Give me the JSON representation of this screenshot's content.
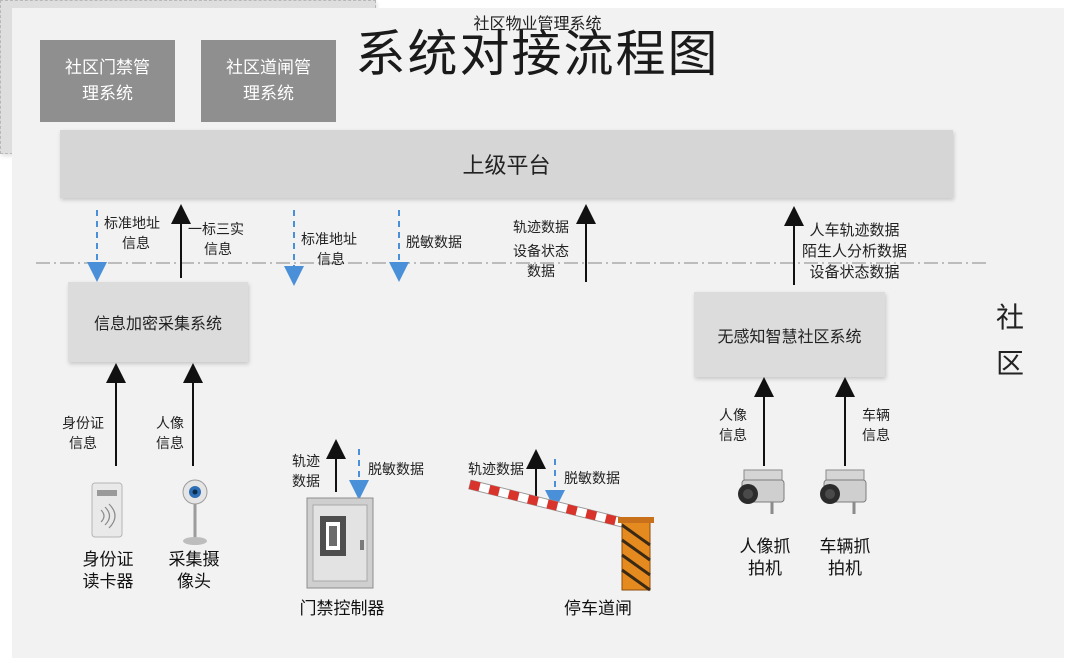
{
  "title": "系统对接流程图",
  "platform": "上级平台",
  "side_label": [
    "社",
    "区"
  ],
  "systems": {
    "encrypt": "信息加密采集系统",
    "property": "社区物业管理系统",
    "door_mgmt": [
      "社区门禁管",
      "理系统"
    ],
    "gate_mgmt": [
      "社区道闸管",
      "理系统"
    ],
    "smart": "无感知智慧社区系统"
  },
  "flow_labels": {
    "std_addr_1": [
      "标准地址",
      "信息"
    ],
    "one_std_three_real": [
      "一标三实",
      "信息"
    ],
    "std_addr_2": [
      "标准地址",
      "信息"
    ],
    "desens_1": "脱敏数据",
    "track_status": [
      "轨迹数据",
      "设备状态",
      "数据"
    ],
    "smart_up": [
      "人车轨迹数据",
      "陌生人分析数据",
      "设备状态数据"
    ],
    "id_info": [
      "身份证",
      "信息"
    ],
    "face_info_1": [
      "人像",
      "信息"
    ],
    "door_track": [
      "轨迹",
      "数据"
    ],
    "door_desens": "脱敏数据",
    "gate_track": "轨迹数据",
    "gate_desens": "脱敏数据",
    "face_info_2": [
      "人像",
      "信息"
    ],
    "vehicle_info": [
      "车辆",
      "信息"
    ]
  },
  "devices": {
    "id_reader": [
      "身份证",
      "读卡器"
    ],
    "capture_cam": [
      "采集摄",
      "像头"
    ],
    "door_controller": "门禁控制器",
    "barrier_gate": "停车道闸",
    "face_cam": [
      "人像抓",
      "拍机"
    ],
    "vehicle_cam": [
      "车辆抓",
      "拍机"
    ]
  },
  "colors": {
    "solid_arrow": "#111111",
    "dashed_arrow": "#4a90d9",
    "boundary_line": "#a9a9a9",
    "platform_box": "#d6d6d6",
    "sub_box": "#8f8f8f"
  },
  "icons": {
    "id_reader": "card-reader-icon",
    "capture_cam": "dome-camera-icon",
    "door_controller": "access-controller-icon",
    "barrier_gate": "barrier-gate-icon",
    "face_cam": "bullet-camera-icon",
    "vehicle_cam": "bullet-camera-icon"
  }
}
